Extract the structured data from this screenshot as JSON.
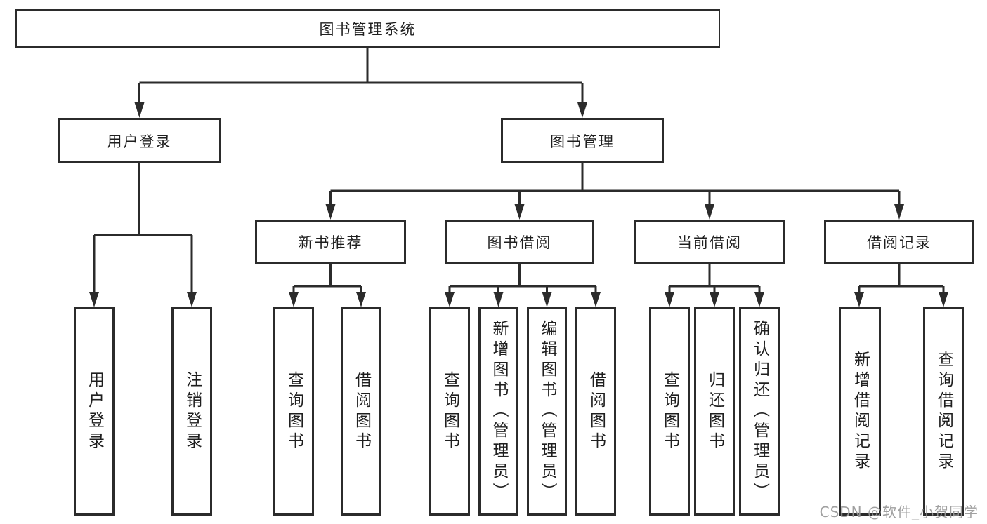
{
  "tree": {
    "label": "图书管理系统",
    "children": [
      {
        "label": "用户登录",
        "children": [
          {
            "label": "用户登录"
          },
          {
            "label": "注销登录"
          }
        ]
      },
      {
        "label": "图书管理",
        "children": [
          {
            "label": "新书推荐",
            "children": [
              {
                "label": "查询图书"
              },
              {
                "label": "借阅图书"
              }
            ]
          },
          {
            "label": "图书借阅",
            "children": [
              {
                "label": "查询图书"
              },
              {
                "label": "新增图书（管理员）"
              },
              {
                "label": "编辑图书（管理员）"
              },
              {
                "label": "借阅图书"
              }
            ]
          },
          {
            "label": "当前借阅",
            "children": [
              {
                "label": "查询图书"
              },
              {
                "label": "归还图书"
              },
              {
                "label": "确认归还（管理员）"
              }
            ]
          },
          {
            "label": "借阅记录",
            "children": [
              {
                "label": "新增借阅记录"
              },
              {
                "label": "查询借阅记录"
              }
            ]
          }
        ]
      }
    ]
  },
  "watermark": "CSDN @软件_小贺同学",
  "colors": {
    "line": "#2b2b2b",
    "box_border": "#2b2b2b",
    "text": "#1f1f1f",
    "background": "#ffffff",
    "watermark": "#9b9b9b"
  }
}
